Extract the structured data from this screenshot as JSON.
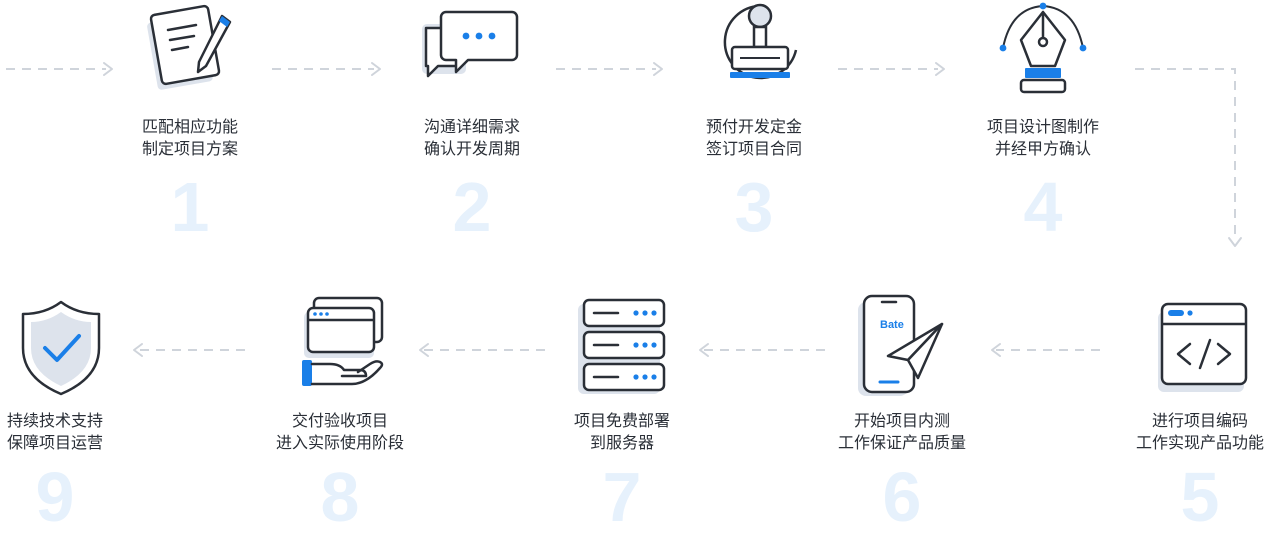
{
  "steps": [
    {
      "number": "1",
      "line1": "匹配相应功能",
      "line2": "制定项目方案",
      "icon": "document-pen-icon"
    },
    {
      "number": "2",
      "line1": "沟通详细需求",
      "line2": "确认开发周期",
      "icon": "chat-bubbles-icon"
    },
    {
      "number": "3",
      "line1": "预付开发定金",
      "line2": "签订项目合同",
      "icon": "stamp-icon"
    },
    {
      "number": "4",
      "line1": "项目设计图制作",
      "line2": "并经甲方确认",
      "icon": "pen-tool-icon"
    },
    {
      "number": "5",
      "line1": "进行项目编码",
      "line2": "工作实现产品功能",
      "icon": "code-window-icon"
    },
    {
      "number": "6",
      "line1": "开始项目内测",
      "line2": "工作保证产品质量",
      "icon": "phone-paper-plane-icon",
      "phone_text": "Bate"
    },
    {
      "number": "7",
      "line1": "项目免费部署",
      "line2": "到服务器",
      "icon": "server-icon"
    },
    {
      "number": "8",
      "line1": "交付验收项目",
      "line2": "进入实际使用阶段",
      "icon": "hand-cards-icon"
    },
    {
      "number": "9",
      "line1": "持续技术支持",
      "line2": "保障项目运营",
      "icon": "shield-check-icon"
    }
  ],
  "colors": {
    "accent": "#1a7fe8",
    "dark": "#2a2f37",
    "shadow": "#dde3ec",
    "number": "#e6f1fc",
    "dash": "#cfd4db"
  }
}
